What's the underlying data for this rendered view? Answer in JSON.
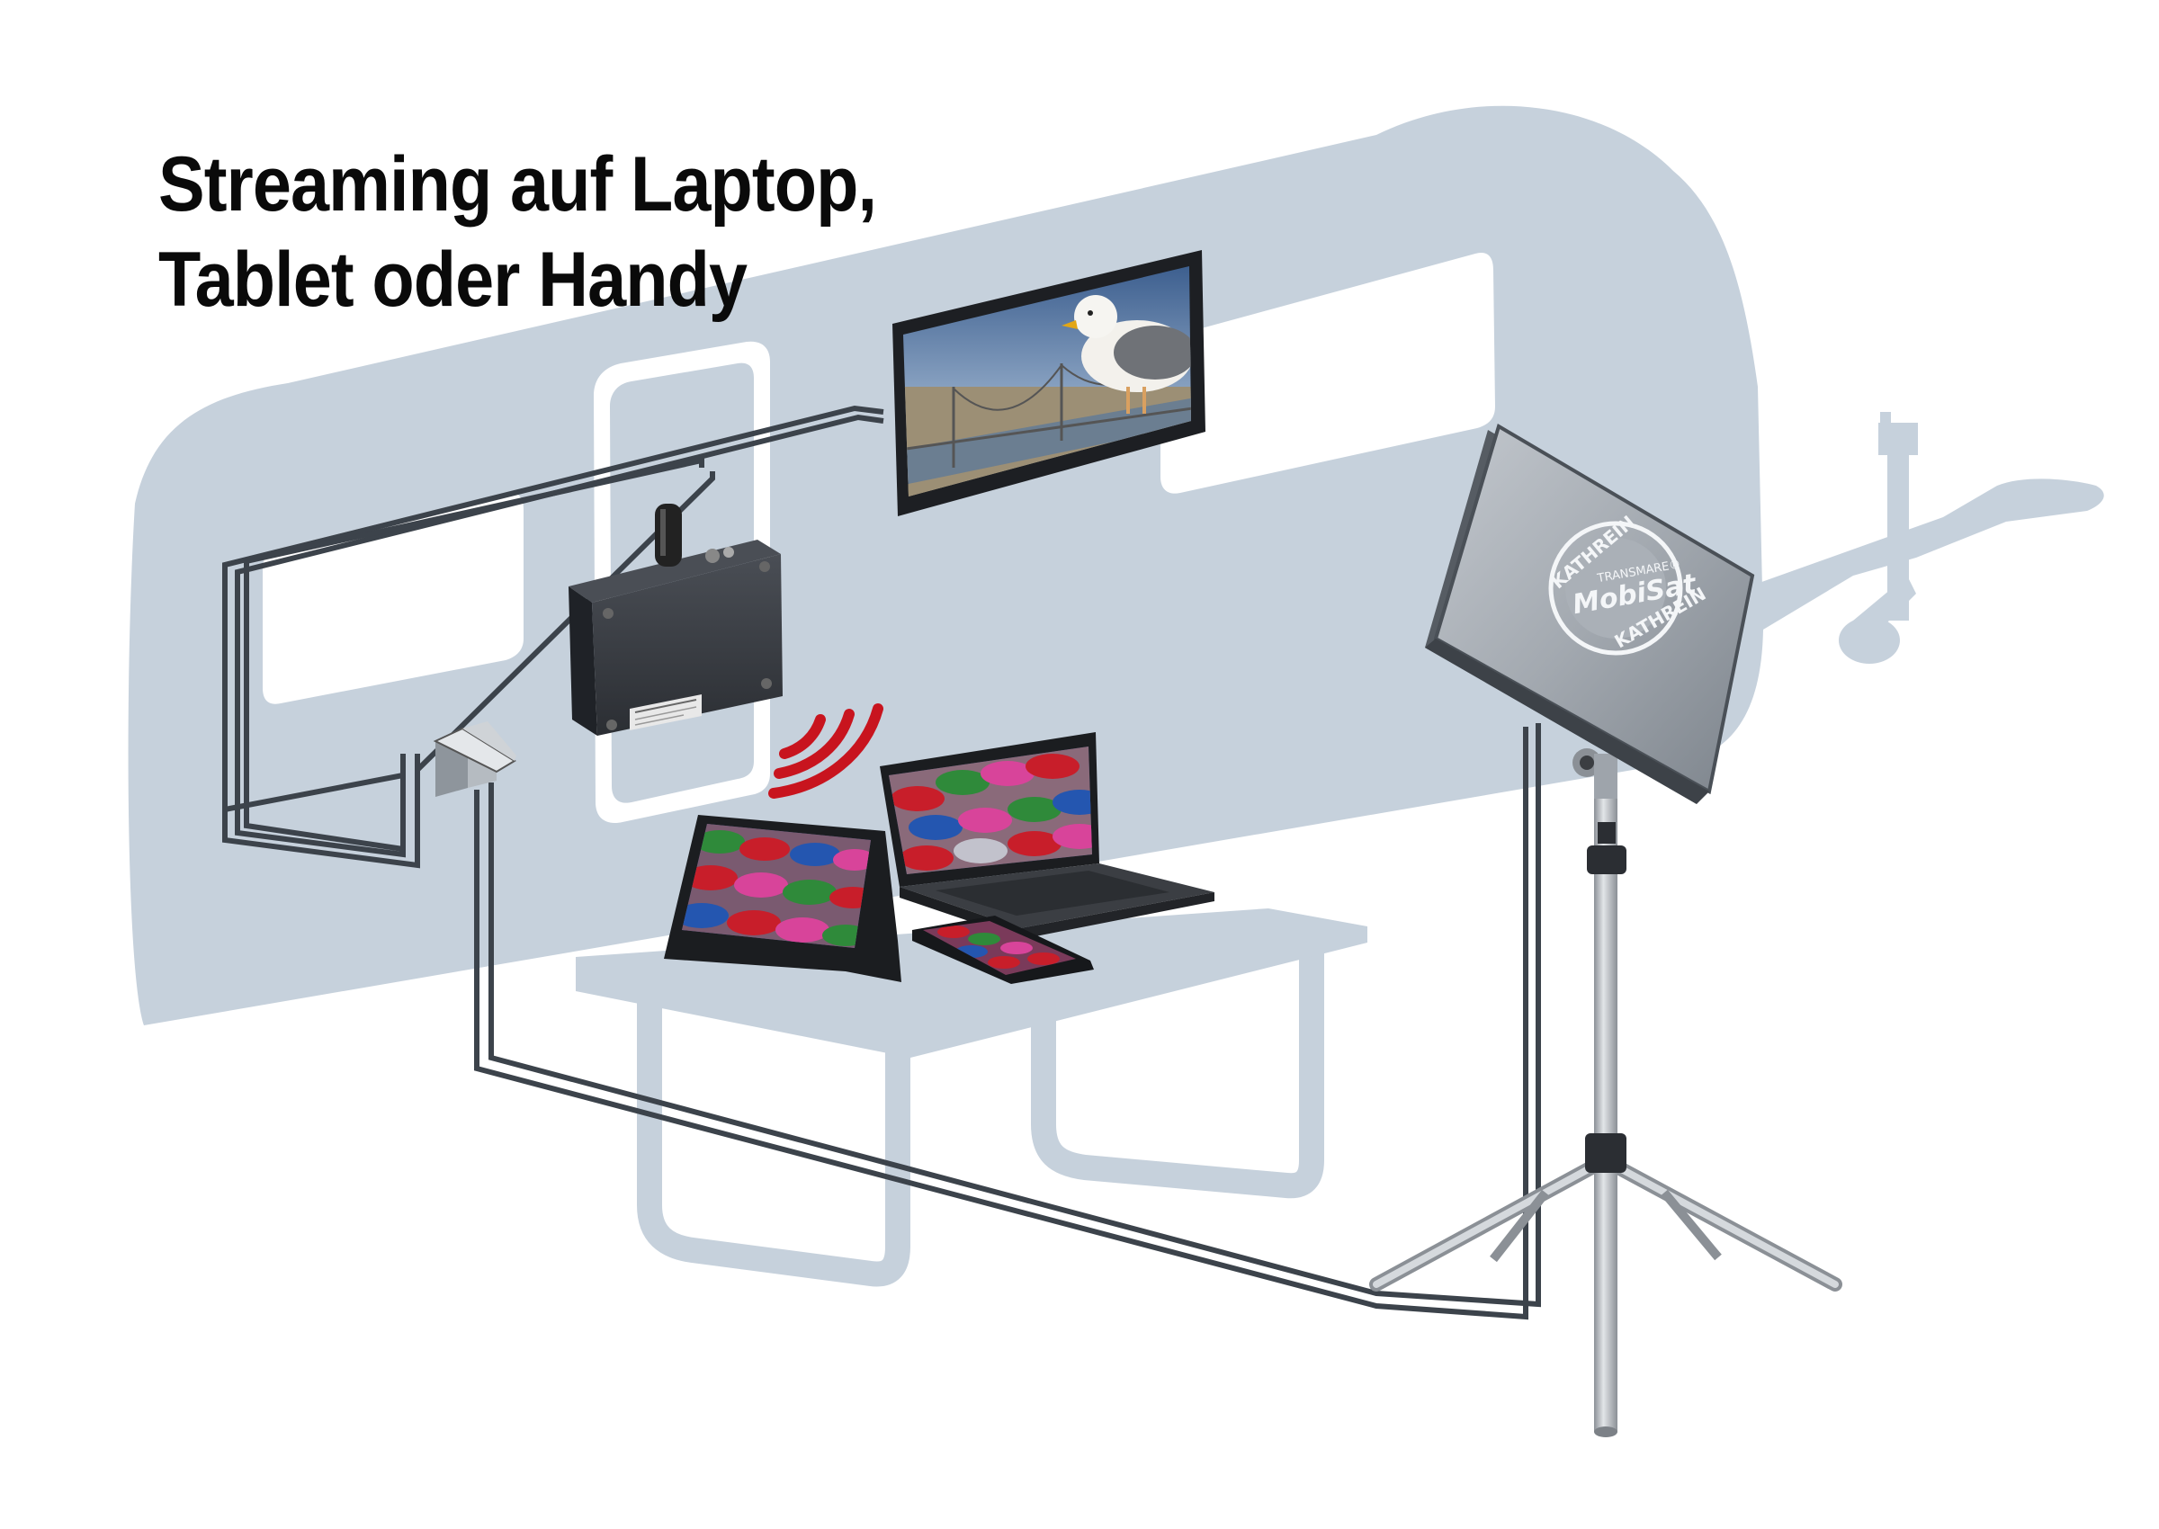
{
  "headline": {
    "line1": "Streaming auf Laptop,",
    "line2": "Tablet oder Handy"
  },
  "antenna": {
    "brand": "KATHREIN",
    "product_small": "TRANSMARE®",
    "product": "MobiSat"
  },
  "colors": {
    "caravan_silhouette": "#c6d1dc",
    "cable": "#3c434b",
    "wifi_signal": "#c8141e",
    "box": "#2b2e33",
    "antenna_panel": "#9ea4ab",
    "tripod": "#b9bec4"
  },
  "icons": {
    "wifi": "wifi-signal-icon",
    "seagull": "seagull-image",
    "umbrellas": "umbrella-image"
  }
}
